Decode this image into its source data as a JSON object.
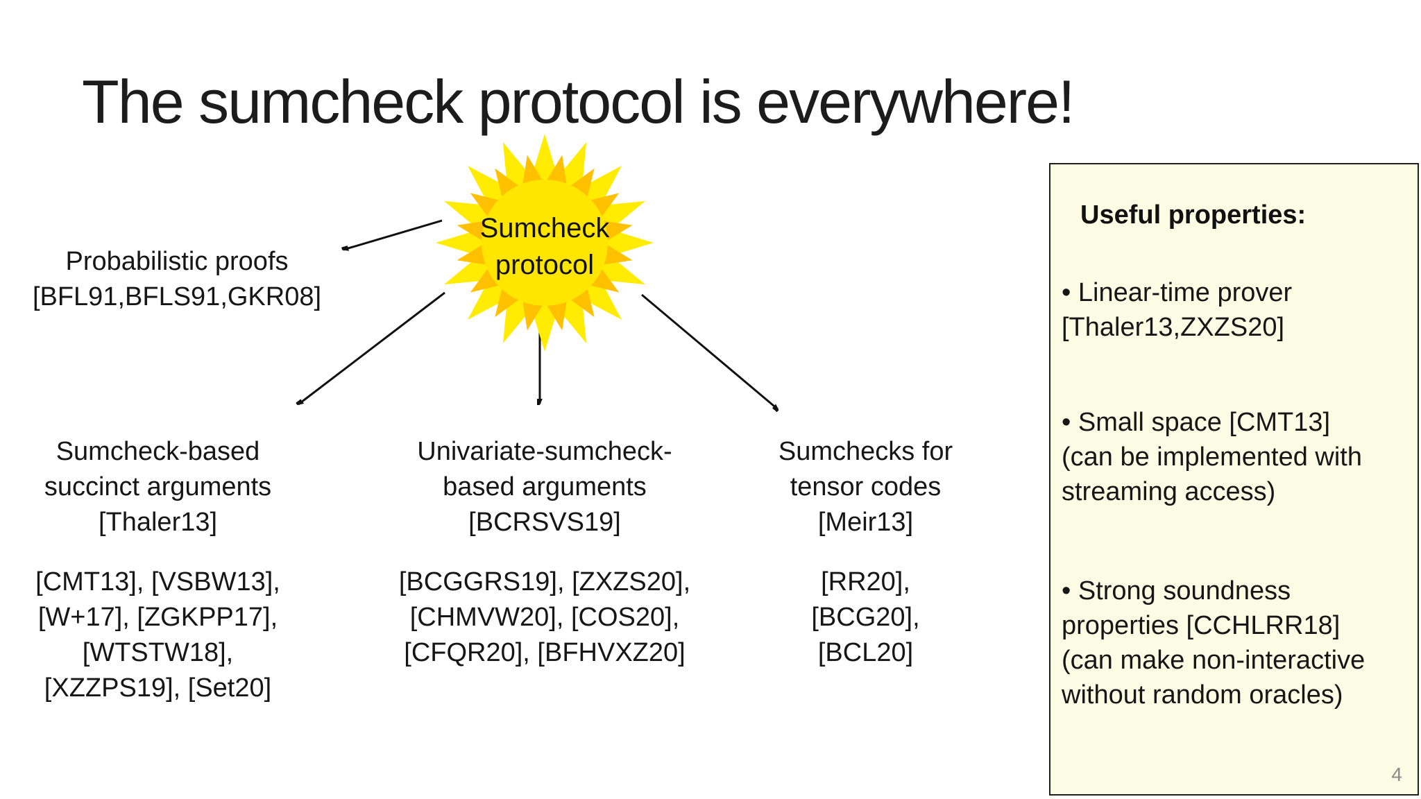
{
  "slide": {
    "title": "The sumcheck protocol is everywhere!",
    "page_number": "4",
    "sun": {
      "label": "Sumcheck\nprotocol",
      "outer_ray_color": "#FFEC00",
      "inner_ray_color": "#FFC000",
      "disc_color": "#FFE600"
    },
    "nodes": {
      "probabilistic": "Probabilistic proofs\n[BFL91,BFLS91,GKR08]",
      "col1_header": "Sumcheck-based\nsuccinct arguments\n[Thaler13]",
      "col1_refs": "[CMT13], [VSBW13],\n[W+17], [ZGKPP17],\n[WTSTW18],\n[XZZPS19], [Set20]",
      "col2_header": "Univariate-sumcheck-\nbased arguments\n[BCRSVS19]",
      "col2_refs": "[BCGGRS19], [ZXZS20],\n[CHMVW20], [COS20],\n[CFQR20], [BFHVXZ20]",
      "col3_header": "Sumchecks for\ntensor codes\n[Meir13]",
      "col3_refs": "[RR20],\n[BCG20],\n[BCL20]"
    },
    "properties_box": {
      "title": "Useful properties:",
      "background_color": "#FCFCE4",
      "border_color": "#1f1f1f",
      "bullets": [
        "• Linear-time prover\n[Thaler13,ZXZS20]",
        "• Small space [CMT13]\n(can be implemented with\nstreaming access)",
        "• Strong soundness\nproperties [CCHLRR18]\n(can make non-interactive\nwithout random oracles)"
      ]
    },
    "arrow_color": "#111111"
  }
}
